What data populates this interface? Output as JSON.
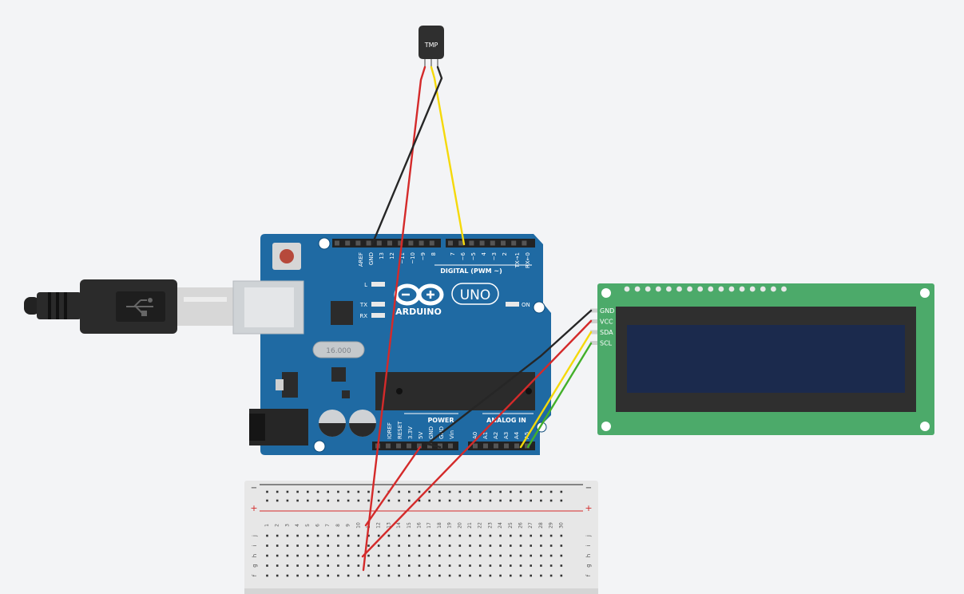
{
  "sensor": {
    "label": "TMP"
  },
  "arduino": {
    "brand": "ARDUINO",
    "model": "UNO",
    "digital_header_label": "DIGITAL (PWM ~)",
    "power_header_label": "POWER",
    "analog_header_label": "ANALOG IN",
    "led_l": "L",
    "led_tx": "TX",
    "led_rx": "RX",
    "led_on": "ON",
    "crystal_label": "16.000",
    "digital_pins": [
      "AREF",
      "GND",
      "13",
      "12",
      "~11",
      "~10",
      "~9",
      "8",
      "7",
      "~6",
      "~5",
      "4",
      "~3",
      "2",
      "TX→1",
      "RX←0"
    ],
    "power_pins": [
      "IOREF",
      "RESET",
      "3.3V",
      "5V",
      "GND",
      "GND",
      "Vin"
    ],
    "analog_pins": [
      "A0",
      "A1",
      "A2",
      "A3",
      "A4",
      "A5"
    ]
  },
  "lcd": {
    "pins": [
      "GND",
      "VCC",
      "SDA",
      "SCL"
    ]
  },
  "breadboard": {
    "rail_minus": "−",
    "rail_plus": "+",
    "row_letters": [
      "j",
      "i",
      "h",
      "g",
      "f"
    ],
    "columns": [
      "1",
      "2",
      "3",
      "4",
      "5",
      "6",
      "7",
      "8",
      "9",
      "10",
      "11",
      "12",
      "13",
      "14",
      "15",
      "16",
      "17",
      "18",
      "19",
      "20",
      "21",
      "22",
      "23",
      "24",
      "25",
      "26",
      "27",
      "28",
      "29",
      "30"
    ]
  },
  "wire_colors": {
    "red": "#d42a2a",
    "black": "#262626",
    "yellow": "#f5d90a",
    "green": "#43b02a"
  },
  "colors": {
    "board": "#1f6aa3",
    "lcd_pcb": "#4caa6a",
    "lcd_screen": "#1b2a4d"
  }
}
